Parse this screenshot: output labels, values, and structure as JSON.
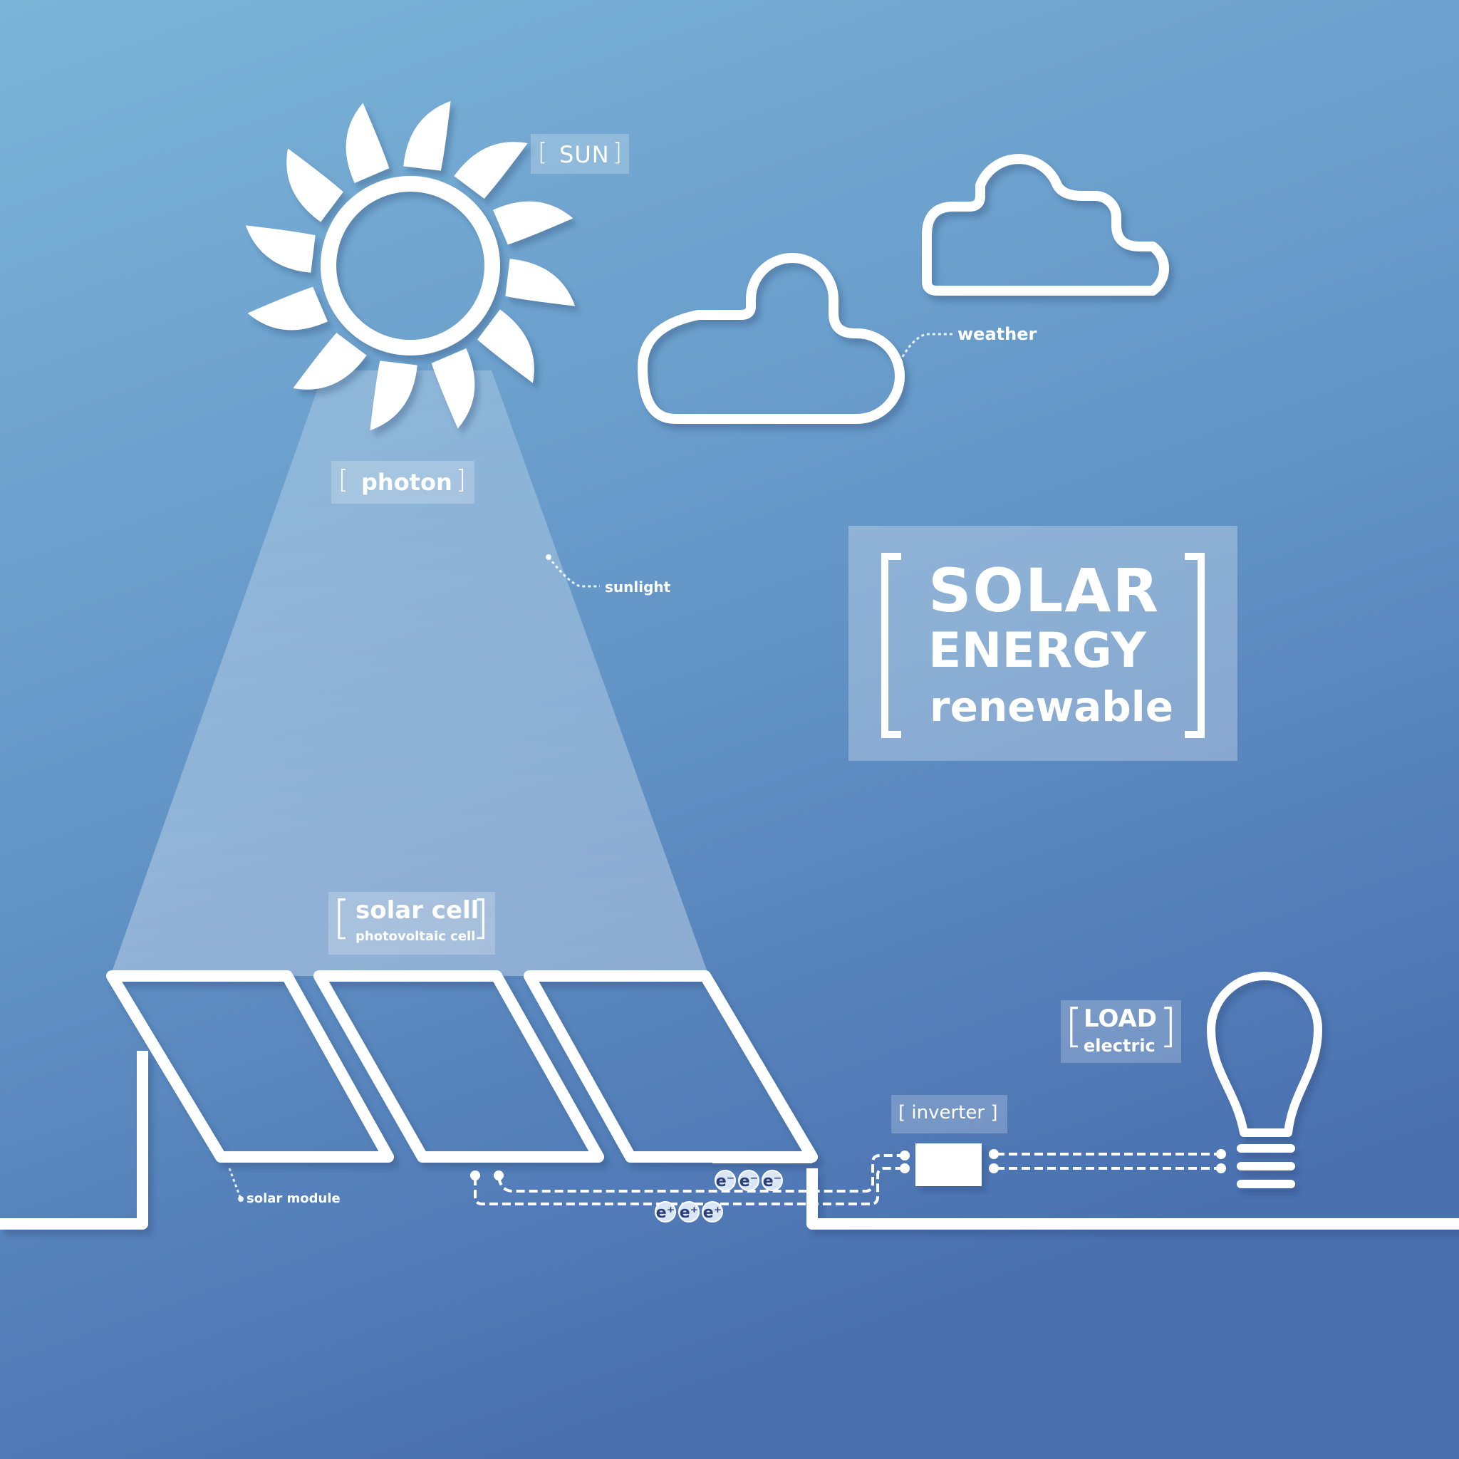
{
  "labels": {
    "sun": "SUN",
    "photon": "photon",
    "weather": "weather",
    "sunlight": "sunlight",
    "solar_cell": "solar cell",
    "photovoltaic_cell": "photovoltaic cell",
    "solar_module": "solar module",
    "inverter": "[ inverter ]",
    "load": "LOAD",
    "electric": "electric"
  },
  "title": {
    "line1": "SOLAR",
    "line2": "ENERGY",
    "line3": "renewable"
  },
  "brackets": {
    "open": "[",
    "close": "]"
  },
  "electrons": {
    "negative_symbol": "e⁻",
    "positive_symbol": "e⁺",
    "negative_count": 3,
    "positive_count": 3
  },
  "colors": {
    "background_top": "#7ab2d6",
    "background_bottom": "#4a72b0",
    "line": "#ffffff",
    "electron": "#2a3f7a"
  },
  "icons": [
    "sun-icon",
    "cloud-icon",
    "solar-panel-icon",
    "inverter-icon",
    "light-bulb-icon"
  ]
}
